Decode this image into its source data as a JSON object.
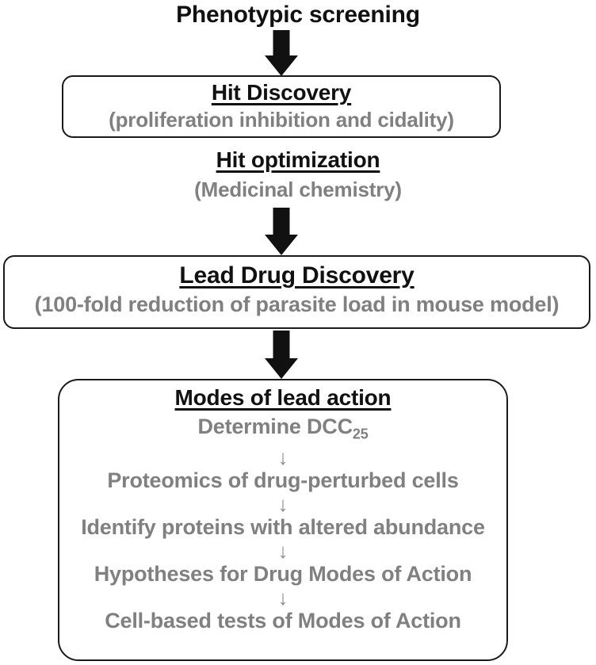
{
  "diagram": {
    "title": "Phenotypic screening",
    "colors": {
      "black": "#111111",
      "gray": "#808080",
      "border": "#1a1a1a",
      "background": "#ffffff"
    },
    "arrow_glyph": "↓",
    "stages": {
      "phenotypic_screening": {
        "label": "Phenotypic screening"
      },
      "hit_discovery": {
        "heading": "Hit Discovery",
        "subtitle": "(proliferation inhibition and cidality)"
      },
      "hit_optimization": {
        "heading": "Hit optimization",
        "subtitle": "(Medicinal chemistry)"
      },
      "lead_drug_discovery": {
        "heading": "Lead Drug Discovery",
        "subtitle": "(100-fold reduction of parasite load in mouse model)"
      },
      "modes_of_lead_action": {
        "heading": "Modes of lead action",
        "steps": [
          {
            "text": "Determine DCC",
            "subscript": "25"
          },
          {
            "text": "Proteomics of drug-perturbed cells",
            "subscript": ""
          },
          {
            "text": "Identify proteins with altered abundance",
            "subscript": ""
          },
          {
            "text": "Hypotheses for Drug Modes of Action",
            "subscript": ""
          },
          {
            "text": "Cell-based tests of Modes of Action",
            "subscript": ""
          }
        ]
      }
    }
  }
}
